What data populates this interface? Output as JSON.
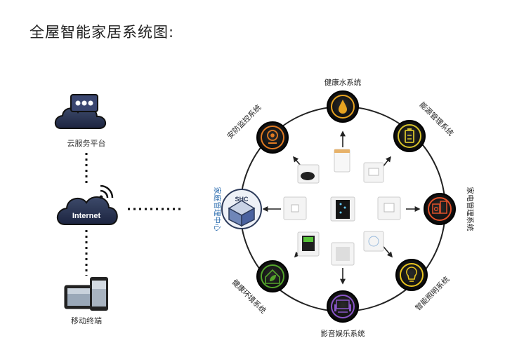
{
  "title": "全屋智能家居系统图:",
  "left": {
    "cloud_label": "云服务平台",
    "internet_label": "Internet",
    "mobile_label": "移动终端"
  },
  "hub": {
    "device_label": "SHC",
    "label": "家庭管理中心"
  },
  "systems": [
    {
      "label": "健康水系统",
      "icon": "water-drop-icon",
      "color": "#e7a321"
    },
    {
      "label": "能源管理系统",
      "icon": "battery-recycle-icon",
      "color": "#d6c22a"
    },
    {
      "label": "家电管理系统",
      "icon": "appliance-icon",
      "color": "#e2512a"
    },
    {
      "label": "智能照明系统",
      "icon": "light-bulb-icon",
      "color": "#e8c31e"
    },
    {
      "label": "影音娱乐系统",
      "icon": "av-system-icon",
      "color": "#8a56c8"
    },
    {
      "label": "健康环境系统",
      "icon": "leaf-house-icon",
      "color": "#54a52b"
    },
    {
      "label": "安防监控系统",
      "icon": "camera-icon",
      "color": "#e07a22"
    }
  ]
}
